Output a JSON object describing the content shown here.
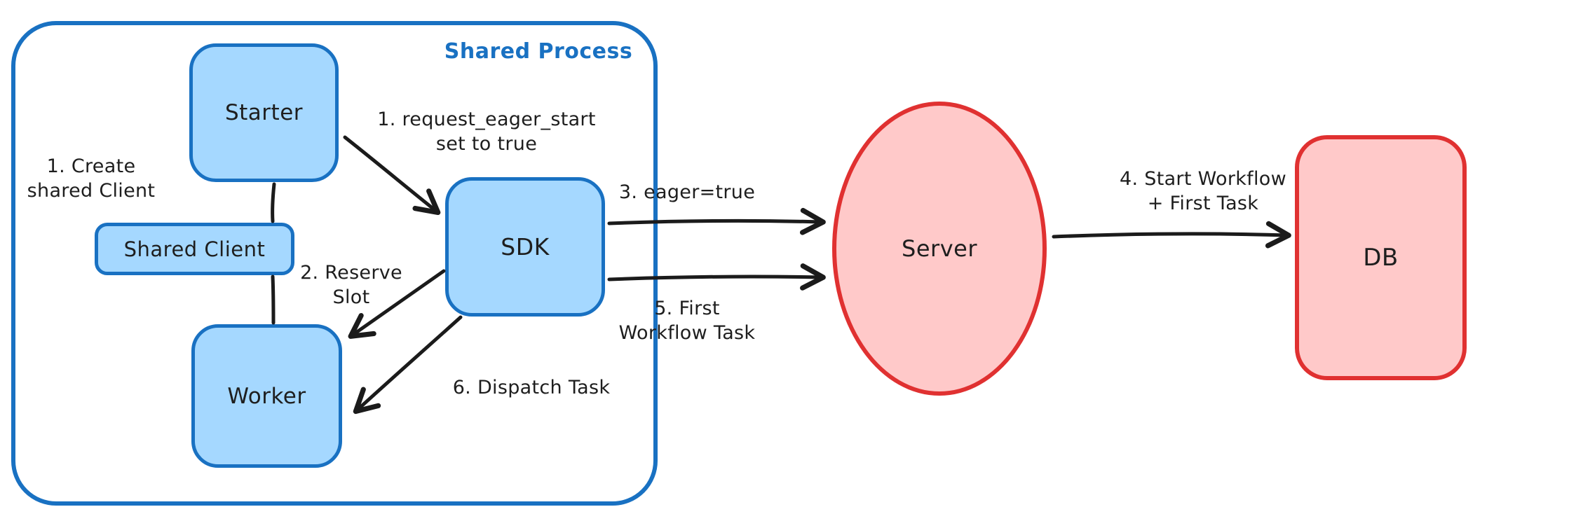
{
  "diagram": {
    "container_label": "Shared Process",
    "nodes": {
      "starter": "Starter",
      "shared_client": "Shared Client",
      "worker": "Worker",
      "sdk": "SDK",
      "server": "Server",
      "db": "DB"
    },
    "annotations": {
      "create_shared_client": {
        "line1": "1. Create",
        "line2": "shared Client"
      },
      "request_eager_start": {
        "line1": "1. request_eager_start",
        "line2": "set to true"
      },
      "reserve_slot": {
        "line1": "2. Reserve",
        "line2": "Slot"
      },
      "dispatch_task": "6. Dispatch Task",
      "eager_true": "3. eager=true",
      "first_workflow_task": {
        "line1": "5. First",
        "line2": "Workflow Task"
      },
      "start_workflow": {
        "line1": "4. Start Workflow",
        "line2": "+ First Task"
      }
    },
    "colors": {
      "blue_stroke": "#1971c2",
      "blue_fill": "#a5d8ff",
      "red_stroke": "#e03131",
      "red_fill": "#ffc9c9",
      "arrow_black": "#1b1b1b",
      "text_black": "#1e1e1e"
    }
  }
}
